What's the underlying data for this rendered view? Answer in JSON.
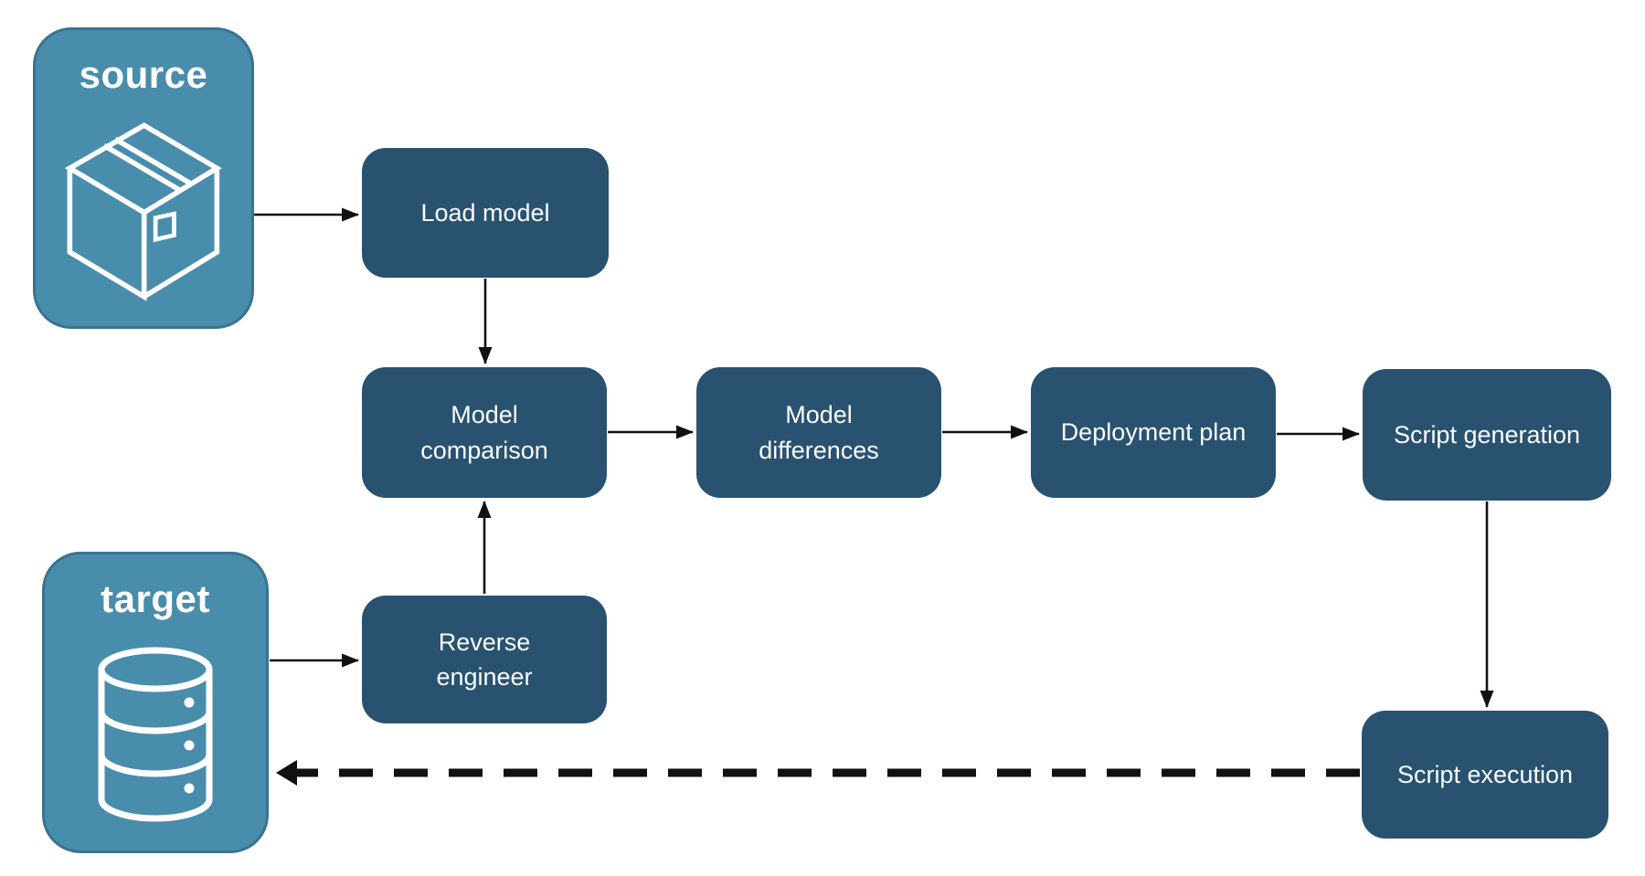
{
  "diagram": {
    "endpoints": {
      "source": {
        "label": "source",
        "icon": "package-icon"
      },
      "target": {
        "label": "target",
        "icon": "database-icon"
      }
    },
    "nodes": {
      "load_model": {
        "label": "Load model"
      },
      "model_comparison": {
        "label": "Model comparison"
      },
      "model_differences": {
        "label": "Model differences"
      },
      "deployment_plan": {
        "label": "Deployment plan"
      },
      "script_generation": {
        "label": "Script generation"
      },
      "reverse_engineer": {
        "label": "Reverse engineer"
      },
      "script_execution": {
        "label": "Script execution"
      }
    },
    "edges": [
      {
        "from": "source",
        "to": "load_model",
        "style": "solid"
      },
      {
        "from": "load_model",
        "to": "model_comparison",
        "style": "solid"
      },
      {
        "from": "model_comparison",
        "to": "model_differences",
        "style": "solid"
      },
      {
        "from": "model_differences",
        "to": "deployment_plan",
        "style": "solid"
      },
      {
        "from": "deployment_plan",
        "to": "script_generation",
        "style": "solid"
      },
      {
        "from": "script_generation",
        "to": "script_execution",
        "style": "solid"
      },
      {
        "from": "target",
        "to": "reverse_engineer",
        "style": "solid"
      },
      {
        "from": "reverse_engineer",
        "to": "model_comparison",
        "style": "solid"
      },
      {
        "from": "script_execution",
        "to": "target",
        "style": "dashed"
      }
    ],
    "colors": {
      "node_fill": "#295271",
      "endpoint_fill": "#488dab",
      "endpoint_border": "#3a7391",
      "label_text": "#ffffff",
      "arrow": "#111111",
      "background": "#ffffff"
    }
  }
}
